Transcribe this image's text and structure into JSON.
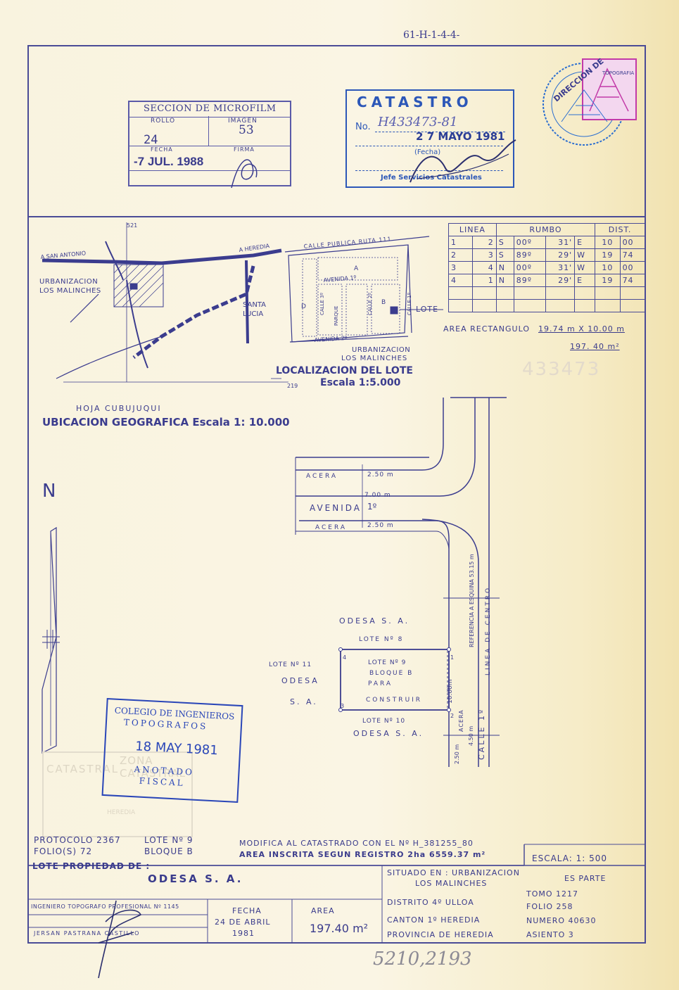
{
  "ref_code": "61-H-1-4-4-",
  "microfilm": {
    "title": "SECCION DE MICROFILM",
    "rollo_label": "ROLLO",
    "imagen_label": "IMAGEN",
    "rollo": "24",
    "imagen": "53",
    "fecha_label": "FECHA",
    "firma_label": "FIRMA",
    "fecha": "-7 JUL. 1988"
  },
  "catastro": {
    "title": "CATASTRO",
    "no_label": "No.",
    "number": "H433473-81",
    "date": "2 7 MAYO 1981",
    "fecha_label": "(Fecha)",
    "footer": "Jefe Servicios Catastrales"
  },
  "round_stamp": {
    "text": "DIRECCION DE",
    "sub": "TOPOGRAFIA"
  },
  "localizacion": {
    "coord_top": "521",
    "coord_bottom": "219",
    "a_san_antonio": "A SAN ANTONIO",
    "a_heredia": "A HEREDIA",
    "urb_left": [
      "URBANIZACION",
      "LOS MALINCHES"
    ],
    "santa_lucia": [
      "SANTA",
      "LUCIA"
    ],
    "calle_publica": "CALLE PUBLICA RUTA 111",
    "avenida_1": "AVENIDA 1º",
    "avenida_2": "AVENIDA 2º",
    "calle_3": "CALLE 3º",
    "calle_2": "CALLE 2º",
    "calle_1": "CALLE 1º",
    "parque": "PARQUE",
    "block_a": "A",
    "block_b": "B",
    "block_d": "D",
    "lote": "LOTE",
    "urb_bottom": [
      "URBANIZACION",
      "LOS MALINCHES"
    ],
    "title": "LOCALIZACION DEL LOTE",
    "scale": "Escala 1:5.000",
    "hoja": "HOJA CUBUJUQUI",
    "ubicacion": "UBICACION GEOGRAFICA Escala 1: 10.000"
  },
  "rumbo_table": {
    "headers": [
      "LINEA",
      "RUMBO",
      "DIST."
    ],
    "rows": [
      [
        "1",
        "2",
        "S",
        "00º",
        "31'",
        "E",
        "10",
        "00"
      ],
      [
        "2",
        "3",
        "S",
        "89º",
        "29'",
        "W",
        "19",
        "74"
      ],
      [
        "3",
        "4",
        "N",
        "00º",
        "31'",
        "W",
        "10",
        "00"
      ],
      [
        "4",
        "1",
        "N",
        "89º",
        "29'",
        "E",
        "19",
        "74"
      ]
    ]
  },
  "area_rect": {
    "label": "AREA RECTANGULO",
    "value": "19.74 m X 10.00 m",
    "total": "197. 40 m²"
  },
  "margin_note": "433473",
  "plan": {
    "acera_top": "ACERA",
    "acera_top_dim": "2.50 m",
    "street_width": "7.00 m",
    "avenida": "AVENIDA",
    "avenida_num": "1º",
    "acera_bottom": "ACERA",
    "acera_bottom_dim": "2.50 m",
    "north": "N",
    "odesa_top": "ODESA S. A.",
    "lote_8": "LOTE Nº 8",
    "lote_11": "LOTE Nº 11",
    "odesa_left": "ODESA",
    "sa_left": "S. A.",
    "lote_9": "LOTE Nº 9",
    "bloque_b": "BLOQUE B",
    "para": "PARA",
    "construir": "CONSTRUIR",
    "lote_10": "LOTE Nº 10",
    "odesa_bottom": "ODESA S. A.",
    "dim_right": "10.00m",
    "corner_1": "1",
    "corner_2": "2",
    "corner_3": "3",
    "corner_4": "4",
    "referencia": "REFERENCIA A ESQUINA 53.15 m",
    "linea_centro": "LINEA DE CENTRO",
    "acera_v": "ACERA",
    "acera_v_dim": "2.50 m",
    "calle_v_dim": "4.50 m",
    "calle_v": "CALLE 1º"
  },
  "colegio_stamp": {
    "line1": "COLEGIO DE INGENIEROS",
    "line2": "TOPOGRAFOS",
    "date": "18 MAY 1981",
    "line3": "ANOTADO",
    "line4": "FISCAL"
  },
  "faded_stamp": {
    "left": "CATASTRAL",
    "right": "ZONA CATASTRAL",
    "mid": "HEREDIA"
  },
  "footer": {
    "protocolo": "PROTOCOLO 2367",
    "folio": "FOLIO(S) 72",
    "lote": "LOTE Nº 9",
    "bloque": "BLOQUE B",
    "modifica": "MODIFICA AL CATASTRADO CON EL Nº H_381255_80",
    "area_inscrita": "AREA INSCRITA SEGUN REGISTRO 2ha 6559.37 m²",
    "escala": "ESCALA: 1: 500",
    "lote_propiedad": "LOTE PROPIEDAD DE :",
    "owner": "ODESA S. A.",
    "ingeniero": "INGENIERO TOPOGRAFO PROFESIONAL Nº 1145",
    "ingeniero_name": "JERSAN PASTRANA CASTILLO",
    "fecha_label": "FECHA",
    "fecha": "24 DE ABRIL",
    "fecha_year": "1981",
    "area_label": "AREA",
    "area": "197.40 m²",
    "situado": "SITUADO EN : URBANIZACION",
    "situado2": "LOS MALINCHES",
    "distrito": "DISTRITO 4º ULLOA",
    "canton": "CANTON 1º HEREDIA",
    "provincia": "PROVINCIA DE HEREDIA",
    "es_parte": "ES PARTE",
    "tomo": "TOMO 1217",
    "folio2": "FOLIO 258",
    "numero": "NUMERO 40630",
    "asiento": "ASIENTO 3"
  },
  "bottom_handwritten": "5210,2193"
}
